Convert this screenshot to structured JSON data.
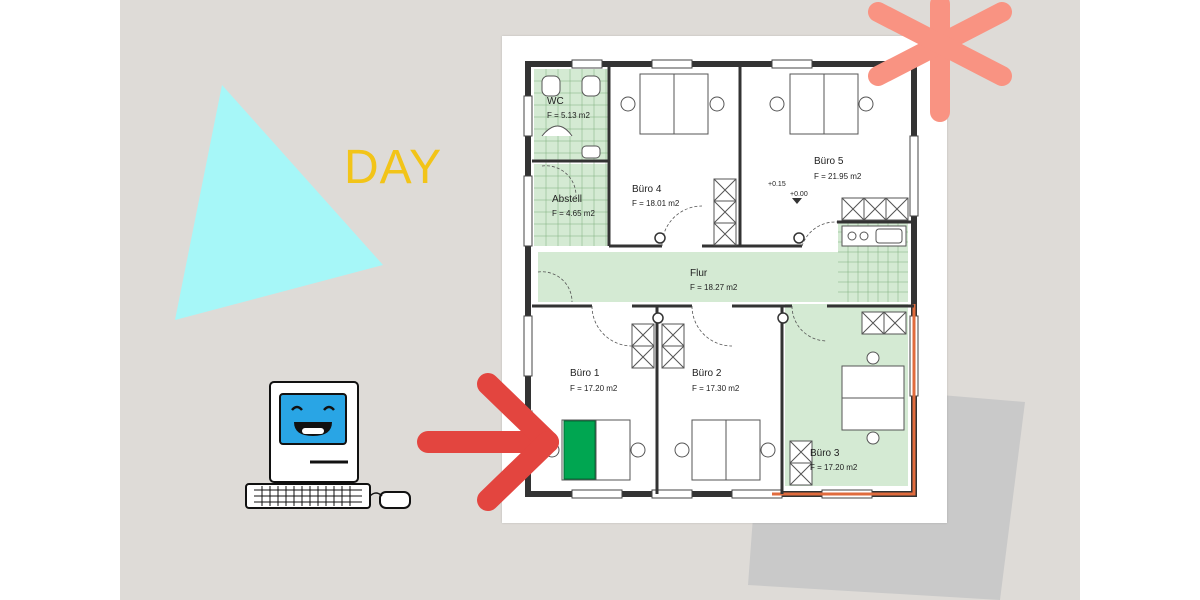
{
  "decoration": {
    "day_label": "DAY",
    "colors": {
      "background": "#dedbd7",
      "triangle": "#a6f7f8",
      "day_text": "#f2c418",
      "asterisk": "#f99382",
      "arrow": "#e3453f",
      "shadow_panel": "#c9c9c9",
      "room_green": "#d4ead3",
      "desk_highlight": "#00a651"
    },
    "icons": [
      "computer-icon",
      "arrow-right-icon",
      "asterisk-icon",
      "triangle-shape"
    ]
  },
  "floor_plan": {
    "rooms": [
      {
        "id": "wc",
        "name": "WC",
        "area": "F = 5.13 m2"
      },
      {
        "id": "abstell",
        "name": "Abstell",
        "area": "F = 4.65 m2"
      },
      {
        "id": "buero4",
        "name": "Büro 4",
        "area": "F = 18.01 m2"
      },
      {
        "id": "buero5",
        "name": "Büro 5",
        "area": "F = 21.95 m2"
      },
      {
        "id": "flur",
        "name": "Flur",
        "area": "F = 18.27 m2"
      },
      {
        "id": "buero1",
        "name": "Büro 1",
        "area": "F = 17.20 m2"
      },
      {
        "id": "buero2",
        "name": "Büro 2",
        "area": "F = 17.30 m2"
      },
      {
        "id": "buero3",
        "name": "Büro 3",
        "area": "F = 17.20 m2"
      }
    ],
    "level_marks": [
      "+0.15",
      "+0.00"
    ]
  }
}
